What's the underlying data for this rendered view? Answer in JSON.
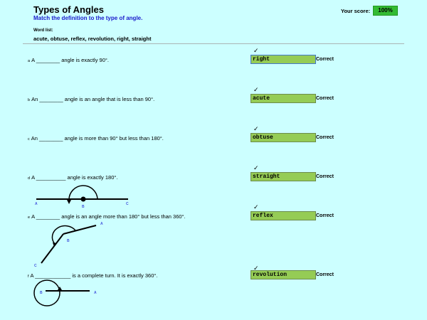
{
  "header": {
    "title": "Types of Angles",
    "subtitle": "Match the definition to the type of angle.",
    "word_list_label": "Word list:",
    "word_list": "acute, obtuse, reflex, revolution, right, straight"
  },
  "score": {
    "label": "Your score:",
    "value": "100%",
    "color": "#33bb33"
  },
  "questions": [
    {
      "letter": "a",
      "text": "A ________ angle is exactly 90°.",
      "answer": "right",
      "check": "✓",
      "status": "Correct"
    },
    {
      "letter": "b",
      "text": "An ________ angle is an angle that is less than 90°.",
      "answer": "acute",
      "check": "✓",
      "status": "Correct"
    },
    {
      "letter": "c",
      "text": "An ________ angle is more than 90° but less than 180°.",
      "answer": "obtuse",
      "check": "✓",
      "status": "Correct"
    },
    {
      "letter": "d",
      "text": "A __________ angle is exactly 180°.",
      "answer": "straight",
      "check": "✓",
      "status": "Correct"
    },
    {
      "letter": "e",
      "text": "A ________ angle is an angle more than 180° but less than 360°.",
      "answer": "reflex",
      "check": "✓",
      "status": "Correct"
    },
    {
      "letter": "f",
      "text": "A ____________ is a complete turn.  It is exactly 360°.",
      "answer": "revolution",
      "check": "✓",
      "status": "Correct"
    }
  ],
  "diagrams": {
    "straight": {
      "labels": [
        "A",
        "B",
        "C"
      ]
    },
    "reflex": {
      "labels": [
        "A",
        "B",
        "C"
      ]
    },
    "revolution": {
      "labels": [
        "B",
        "A"
      ]
    }
  },
  "colors": {
    "background": "#ccffff",
    "answer_fill": "#95cc55",
    "subtitle": "#1a1acc",
    "diagram_label": "#4455dd"
  }
}
